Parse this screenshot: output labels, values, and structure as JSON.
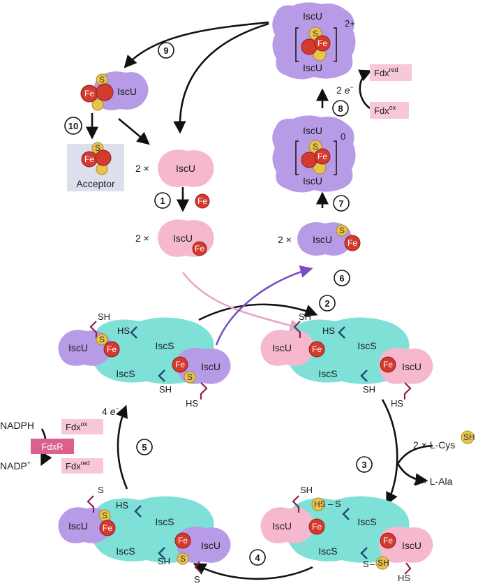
{
  "labels": {
    "iscu": "IscU",
    "iscs": "IscS",
    "fe": "Fe",
    "s": "S",
    "sh": "SH",
    "hs": "HS",
    "acceptor": "Acceptor",
    "two_x": "2 ×",
    "charge_2plus": "2+",
    "charge_0": "0",
    "fdx": "Fdx",
    "ox": "ox",
    "red": "red",
    "fdxr": "FdxR",
    "nadph": "NADPH",
    "nadp": "NADP",
    "nadp_sup": "+",
    "four_e": "4",
    "two_e": "2",
    "e_minus": "e",
    "minus": "−",
    "lcys": "2 × L-Cys",
    "lala": "2 × L-Ala"
  },
  "steps": [
    "1",
    "2",
    "3",
    "4",
    "5",
    "6",
    "7",
    "8",
    "9",
    "10"
  ],
  "colors": {
    "iscu_pink": "#f5b8cf",
    "iscu_purple": "#b79be6",
    "iscs_cyan": "#7fe0d8",
    "fe_red": "#d43a2e",
    "s_yellow": "#e8c44a",
    "fdx_box": "#f8c8d8",
    "fdxr_box": "#d9608f",
    "acceptor_box": "#dde0ec"
  }
}
